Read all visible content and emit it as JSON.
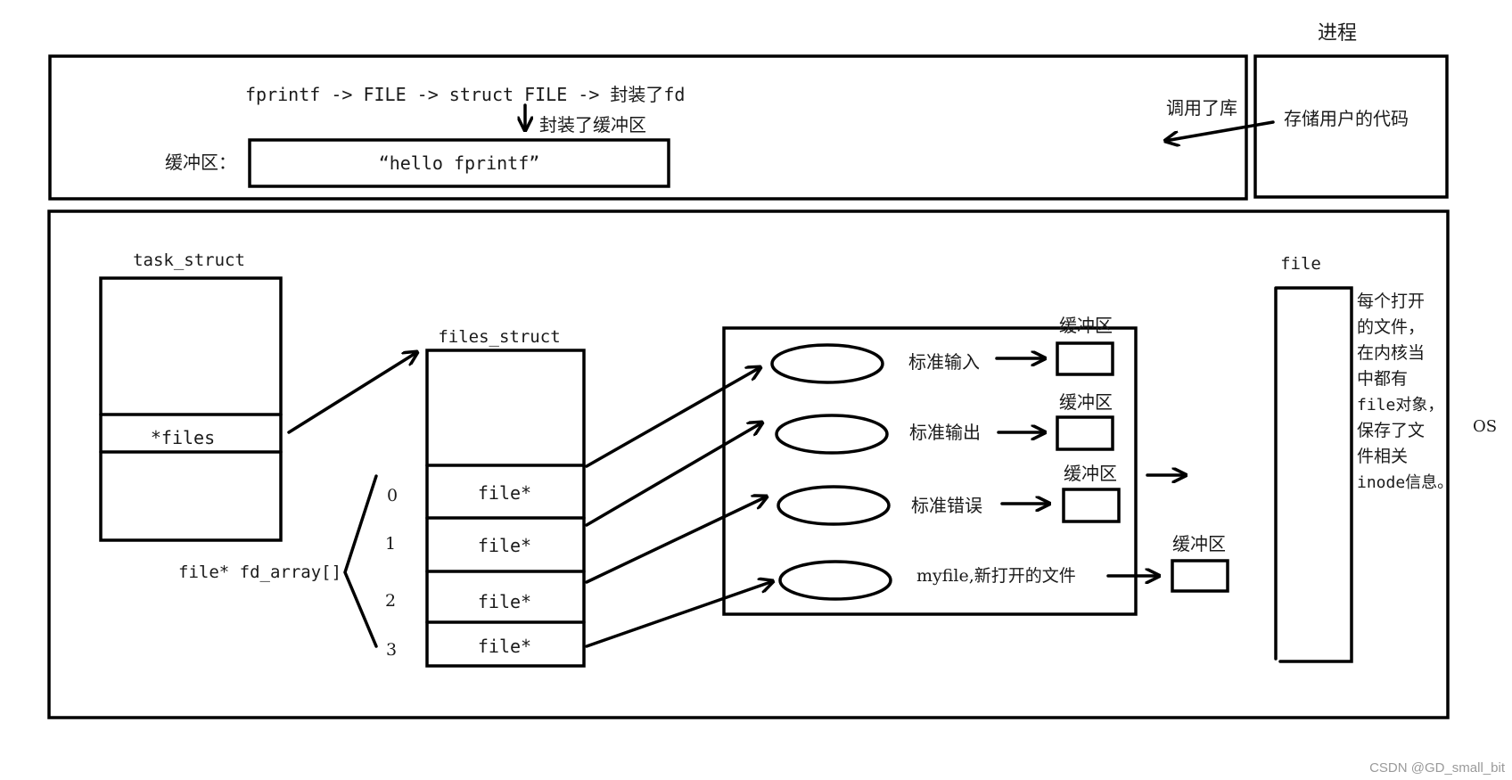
{
  "user_space": {
    "process_label": "进程",
    "call_chain": "fprintf -> FILE -> struct FILE -> 封装了fd",
    "wraps_buffer_note": "封装了缓冲区",
    "buffer_label": "缓冲区：",
    "buffer_content": "“hello fprintf”",
    "called_library_label": "调用了库",
    "user_code_label": "存储用户的代码"
  },
  "kernel": {
    "os_label": "OS",
    "task_struct_label": "task_struct",
    "files_field": "*files",
    "files_struct_label": "files_struct",
    "fd_array_label": "file* fd_array[]",
    "fd_indices": [
      "0",
      "1",
      "2",
      "3"
    ],
    "fd_slots": [
      "file*",
      "file*",
      "file*",
      "file*"
    ],
    "open_files": [
      {
        "label": "标准输入",
        "buffer_label": "缓冲区"
      },
      {
        "label": "标准输出",
        "buffer_label": "缓冲区"
      },
      {
        "label": "标准错误",
        "buffer_label": "缓冲区"
      },
      {
        "label": "myfile,新打开的文件",
        "buffer_label": "缓冲区"
      }
    ],
    "file_label": "file",
    "file_note_lines": [
      "每个打开",
      "的文件，",
      "在内核当",
      "中都有",
      "file对象，",
      "保存了文",
      "件相关",
      "inode信息。"
    ]
  },
  "watermark": "CSDN @GD_small_bit"
}
